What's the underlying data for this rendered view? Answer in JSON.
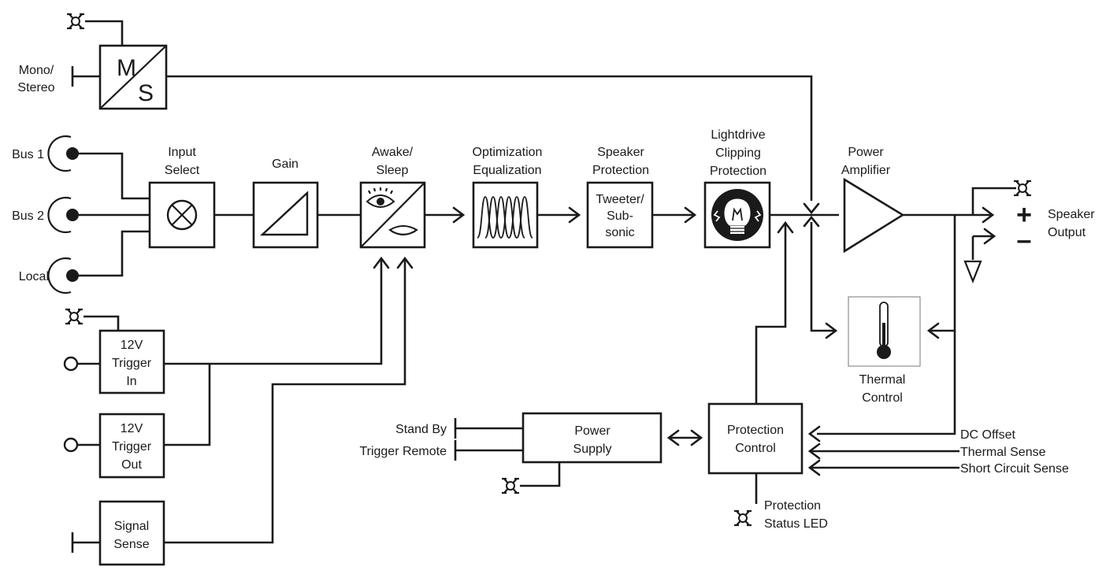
{
  "colors": {
    "line": "#1a1a1a",
    "background": "#ffffff"
  },
  "labels": {
    "mono_stereo": [
      "Mono/",
      "Stereo"
    ],
    "bus1": "Bus 1",
    "bus2": "Bus 2",
    "local": "Local",
    "input_select": [
      "Input",
      "Select"
    ],
    "gain": "Gain",
    "awake_sleep": [
      "Awake/",
      "Sleep"
    ],
    "optimization": [
      "Optimization",
      "Equalization"
    ],
    "speaker_protection": [
      "Speaker",
      "Protection"
    ],
    "tweeter_sub": [
      "Tweeter/",
      "Sub-",
      "sonic"
    ],
    "lightdrive": [
      "Lightdrive",
      "Clipping",
      "Protection"
    ],
    "power_amplifier": [
      "Power",
      "Amplifier"
    ],
    "speaker_output": [
      "Speaker",
      "Output"
    ],
    "trigger_in": [
      "12V",
      "Trigger",
      "In"
    ],
    "trigger_out": [
      "12V",
      "Trigger",
      "Out"
    ],
    "signal_sense": [
      "Signal",
      "Sense"
    ],
    "stand_by": "Stand By",
    "trigger_remote": "Trigger Remote",
    "power_supply": [
      "Power",
      "Supply"
    ],
    "protection_control": [
      "Protection",
      "Control"
    ],
    "protection_status": [
      "Protection",
      "Status LED"
    ],
    "thermal_control": [
      "Thermal",
      "Control"
    ],
    "dc_offset": "DC Offset",
    "thermal_sense": "Thermal Sense",
    "short_circuit": "Short Circuit Sense",
    "ms_m": "M",
    "ms_s": "S",
    "plus": "+",
    "minus": "–"
  },
  "icons": [
    "mute-switch-icon",
    "led-icon",
    "jack-icon",
    "multiply-icon",
    "gain-ramp-icon",
    "eye-open-icon",
    "eye-closed-icon",
    "filter-bank-icon",
    "bulb-icon",
    "thermometer-icon",
    "triangle-amplifier-icon",
    "ground-icon"
  ]
}
